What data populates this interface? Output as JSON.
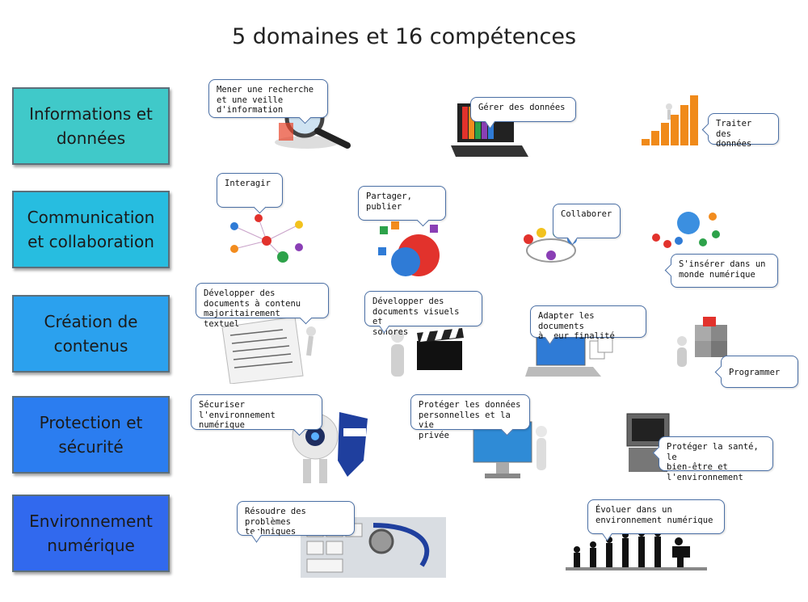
{
  "title": "5 domaines et 16 compétences",
  "domains": [
    {
      "label": "Informations et\ndonnées",
      "color": "#40c9c9"
    },
    {
      "label": "Communication\net collaboration",
      "color": "#27bde0"
    },
    {
      "label": "Création de\ncontenus",
      "color": "#2ba1ee"
    },
    {
      "label": "Protection et\nsécurité",
      "color": "#2b7df0"
    },
    {
      "label": "Environnement\nnumérique",
      "color": "#3169ee"
    }
  ],
  "competences": [
    "Mener une recherche\net une veille\nd'information",
    "Gérer des données",
    "Traiter  des\ndonnées",
    "Interagir",
    "Partager,\npublier",
    "Collaborer",
    "S'insérer dans un\nmonde numérique",
    "Développer des\ndocuments à contenu\nmajoritairement textuel",
    "Développer des\ndocuments visuels et\nsonores",
    "Adapter les documents\nà leur finalité",
    "Programmer",
    "Sécuriser l'environnement\nnumérique",
    "Protéger les données\npersonnelles et la vie\nprivée",
    "Protéger la santé, le\nbien-être et\nl'environnement",
    "Résoudre des\nproblèmes techniques",
    "Évoluer dans un\nenvironnement numérique"
  ]
}
